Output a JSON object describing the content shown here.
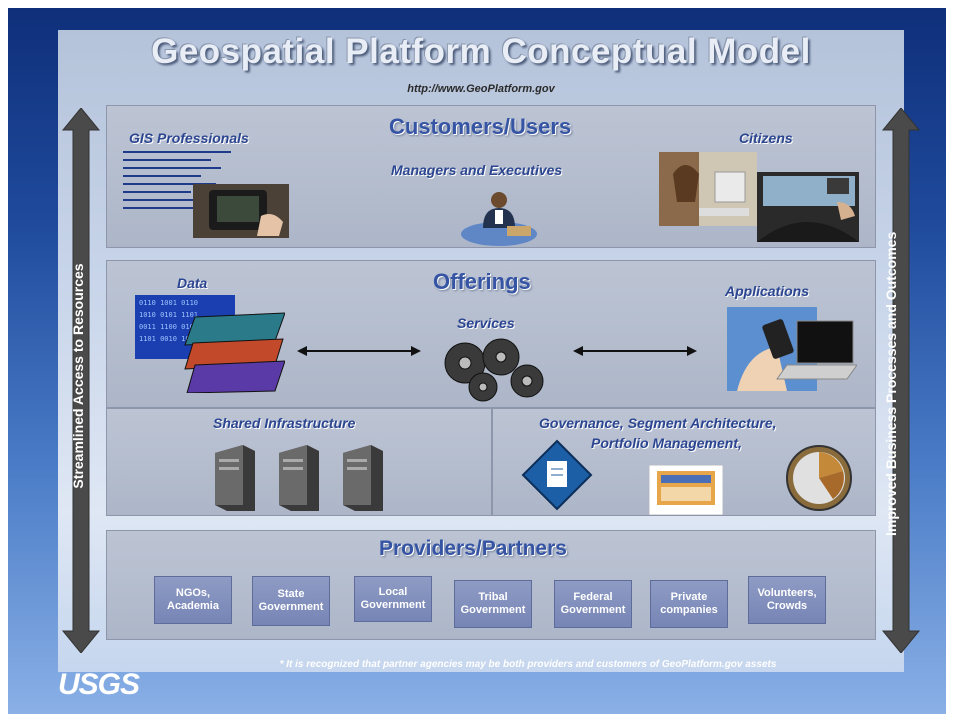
{
  "title": "Geospatial Platform Conceptual Model",
  "url": "http://www.GeoPlatform.gov",
  "side_left": "Streamlined Access to Resources",
  "side_right": "Improved Business Processes and Outcomes",
  "customers": {
    "title": "Customers/Users",
    "gis": "GIS Professionals",
    "managers": "Managers and Executives",
    "citizens": "Citizens"
  },
  "offerings": {
    "title": "Offerings",
    "data": "Data",
    "services": "Services",
    "applications": "Applications"
  },
  "infrastructure": {
    "shared": "Shared Infrastructure",
    "governance_line1": "Governance, Segment Architecture,",
    "governance_line2": "Portfolio Management,"
  },
  "providers": {
    "title": "Providers/Partners",
    "items": [
      "NGOs, Academia",
      "State Government",
      "Local Government",
      "Tribal Government",
      "Federal Government",
      "Private companies",
      "Volunteers, Crowds"
    ]
  },
  "footnote": "* It is recognized that partner agencies may be both providers and customers of GeoPlatform.gov assets",
  "logo": "USGS",
  "colors": {
    "section_title": "#3654a4",
    "provider_box": "#7785b6",
    "arrow": "#555555"
  }
}
